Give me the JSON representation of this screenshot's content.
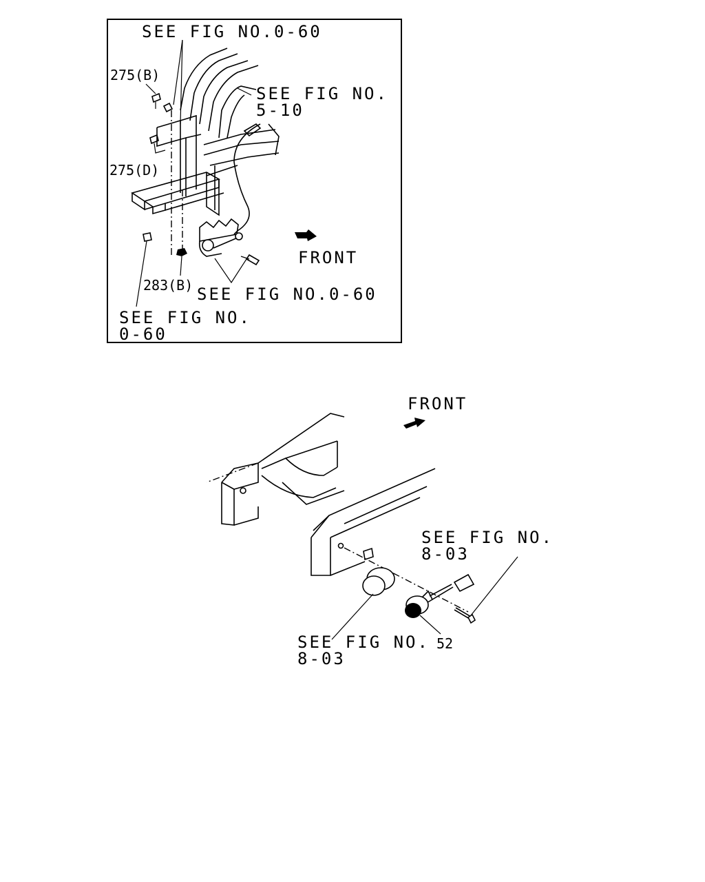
{
  "top_panel": {
    "label_see_fig_0_60_top": "SEE FIG NO.0-60",
    "label_see_fig_5_10_line1": "SEE FIG NO.",
    "label_see_fig_5_10_line2": "5-10",
    "label_275b": "275(B)",
    "label_275d": "275(D)",
    "label_283b": "283(B)",
    "label_see_fig_0_60_bottom": "SEE FIG NO.0-60",
    "label_see_fig_0_60_left_line1": "SEE FIG NO.",
    "label_see_fig_0_60_left_line2": "0-60",
    "label_front": "FRONT"
  },
  "bottom_diagram": {
    "label_front": "FRONT",
    "label_see_fig_8_03_right_line1": "SEE FIG NO.",
    "label_see_fig_8_03_right_line2": "8-03",
    "label_see_fig_8_03_left_line1": "SEE FIG NO.",
    "label_see_fig_8_03_left_line2": "8-03",
    "label_52": "52"
  }
}
